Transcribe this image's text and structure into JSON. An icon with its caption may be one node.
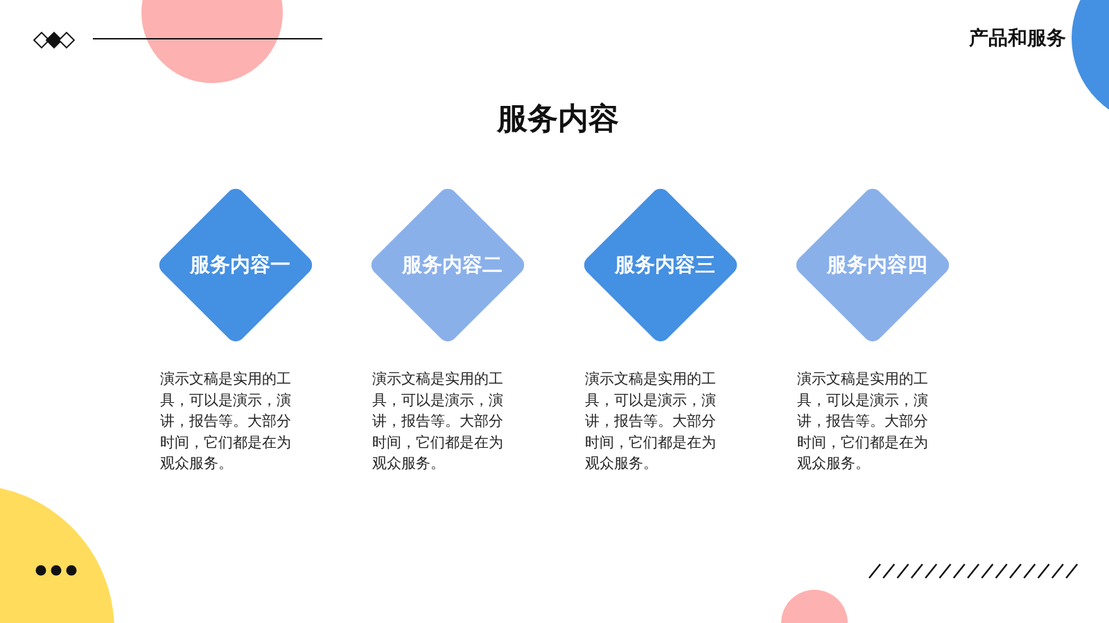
{
  "diagram": {
    "title": "服务内容",
    "nodes": [
      {
        "text": [
          "服务内容一"
        ],
        "beside": [
          "演示文稿是实用的工具，可以是演示，演讲，报告等。大部分时间，它们都是在为观众服务。"
        ]
      },
      {
        "text": [
          "服务内容二"
        ],
        "beside": [
          "演示文稿是实用的工具，可以是演示，演讲，报告等。大部分时间，它们都是在为观众服务。"
        ]
      },
      {
        "text": [
          "服务内容三"
        ],
        "beside": [
          "演示文稿是实用的工具，可以是演示，演讲，报告等。大部分时间，它们都是在为观众服务。"
        ]
      },
      {
        "text": [
          "服务内容四"
        ],
        "beside": [
          "演示文稿是实用的工具，可以是演示，演讲，报告等。大部分时间，它们都是在为观众服务。"
        ]
      }
    ],
    "labels": [
      "产品和服务"
    ]
  }
}
